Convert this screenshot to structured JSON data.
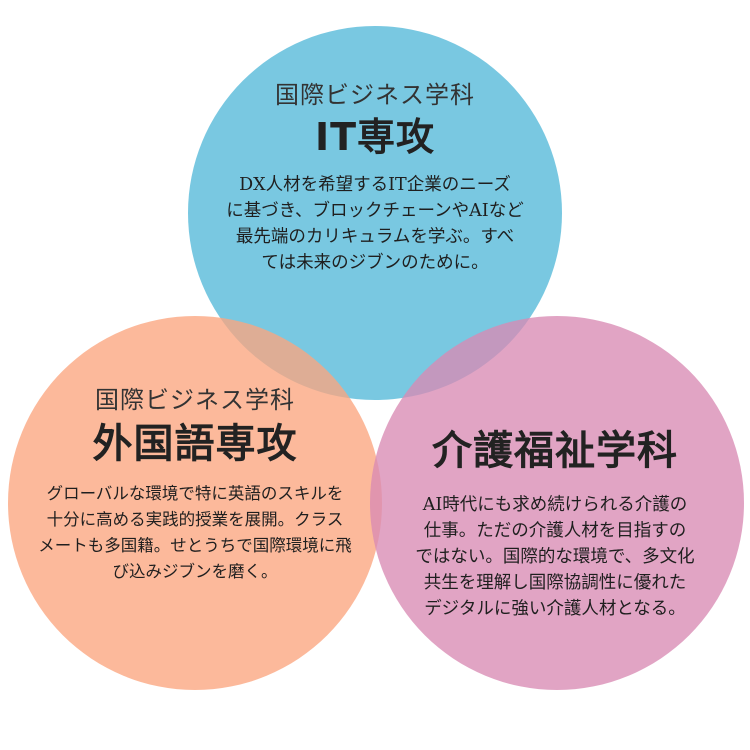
{
  "colors": {
    "it_circle": "#5bbcdb",
    "language_circle": "#fba57f",
    "welfare_circle": "#d98bb4",
    "background": "#ffffff"
  },
  "it": {
    "subtitle": "国際ビジネス学科",
    "title": "IT専攻",
    "lines": [
      "DX人材を希望するIT企業のニーズ",
      "に基づき、ブロックチェーンやAIなど",
      "最先端のカリキュラムを学ぶ。すべ",
      "ては未来のジブンのために。"
    ]
  },
  "language": {
    "subtitle": "国際ビジネス学科",
    "title": "外国語専攻",
    "lines": [
      "グローバルな環境で特に英語のスキルを",
      "十分に高める実践的授業を展開。クラス",
      "メートも多国籍。せとうちで国際環境に飛",
      "び込みジブンを磨く。"
    ]
  },
  "welfare": {
    "title": "介護福祉学科",
    "lines": [
      "AI時代にも求め続けられる介護の",
      "仕事。ただの介護人材を目指すの",
      "ではない。国際的な環境で、多文化",
      "共生を理解し国際協調性に優れた",
      "デジタルに強い介護人材となる。"
    ]
  }
}
